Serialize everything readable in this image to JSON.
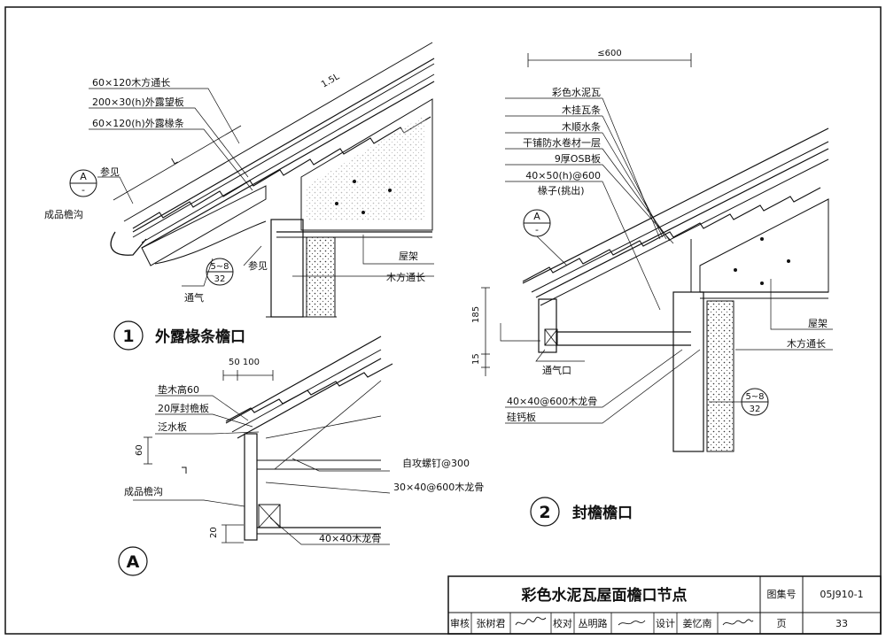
{
  "drawing": {
    "title": "彩色水泥瓦屋面檐口节点",
    "atlas_label": "图集号",
    "atlas_no": "05J910-1",
    "review_label": "审核",
    "reviewer": "张树君",
    "check_label": "校对",
    "checker": "丛明路",
    "design_label": "设计",
    "designer": "姜忆南",
    "page_label": "页",
    "page_no": "33"
  },
  "detail1": {
    "number": "1",
    "title": "外露椽条檐口",
    "labels": {
      "purlin": "60×120木方通长",
      "fascia": "200×30(h)外露望板",
      "rafter": "60×120(h)外露椽条",
      "slope": "1.5L",
      "span": "L",
      "see": "参见",
      "gutter": "成品檐沟",
      "truss": "屋架",
      "beam": "木方通长",
      "vent": "通气"
    },
    "ref_a": {
      "top": "A",
      "bottom": "-"
    },
    "ref_b": {
      "top": "5~8",
      "bottom": "32"
    },
    "ref_b_see": "参见"
  },
  "detail2": {
    "number": "2",
    "title": "封檐檐口",
    "labels": {
      "spacing": "≤600",
      "tile": "彩色水泥瓦",
      "batten": "木挂瓦条",
      "counter": "木顺水条",
      "membrane": "干铺防水卷材一层",
      "osb": "9厚OSB板",
      "rafter": "40×50(h)@600",
      "rafter2": "椽子(挑出)",
      "truss": "屋架",
      "beam": "木方通长",
      "vent": "通气口",
      "joist": "40×40@600木龙骨",
      "board": "硅钙板",
      "dim1": "185",
      "dim2": "15"
    },
    "ref_a": {
      "top": "A",
      "bottom": "-"
    },
    "ref_b": {
      "top": "5~8",
      "bottom": "32"
    }
  },
  "detailA": {
    "number": "A",
    "labels": {
      "dims": "50  100",
      "block": "垫木高60",
      "fascia": "20厚封檐板",
      "flash": "泛水板",
      "dim60": "60",
      "gutter": "成品檐沟",
      "screw": "自攻螺钉@300",
      "joist": "30×40@600木龙骨",
      "joist2": "40×40木龙骨",
      "dim20": "20"
    }
  }
}
